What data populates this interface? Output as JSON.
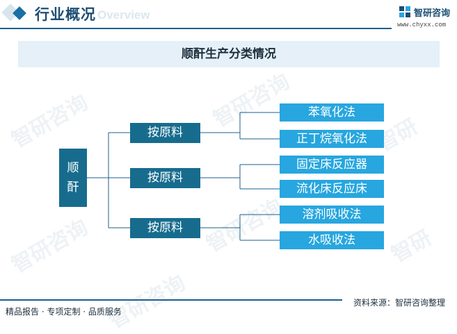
{
  "header": {
    "title": "行业概况",
    "subtitle": "Overview",
    "logo_name": "智研咨询",
    "logo_url": "www.chyxx.com"
  },
  "banner": {
    "title": "顺酐生产分类情况"
  },
  "diagram": {
    "root": "顺酐",
    "groups": [
      {
        "label": "按原料",
        "children": [
          "苯氧化法",
          "正丁烷氧化法"
        ]
      },
      {
        "label": "按原料",
        "children": [
          "固定床反应器",
          "流化床反应床"
        ]
      },
      {
        "label": "按原料",
        "children": [
          "溶剂吸收法",
          "水吸收法"
        ]
      }
    ]
  },
  "footer": {
    "left": "精品报告 · 专项定制 · 品质服务",
    "source": "资料来源：智研咨询整理"
  },
  "colors": {
    "accent_dark": "#176c8e",
    "accent_light": "#27a6df",
    "banner_bg": "#e5f0f8",
    "line": "#1b5f8e"
  }
}
